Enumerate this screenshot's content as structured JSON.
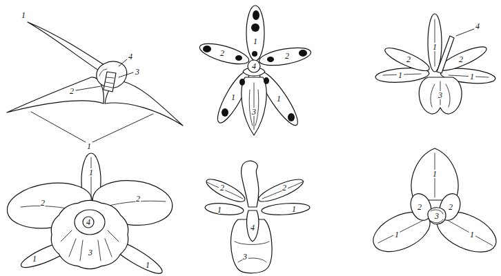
{
  "diagram": {
    "labels": [
      "1",
      "4",
      "3",
      "2",
      "1",
      "1",
      "2",
      "2",
      "4",
      "1",
      "1",
      "3",
      "4",
      "1",
      "2",
      "2",
      "1",
      "1",
      "3",
      "1",
      "2",
      "2",
      "4",
      "1",
      "3",
      "1",
      "2",
      "2",
      "1",
      "1",
      "4",
      "3",
      "1",
      "2",
      "2",
      "3",
      "1",
      "1"
    ]
  }
}
